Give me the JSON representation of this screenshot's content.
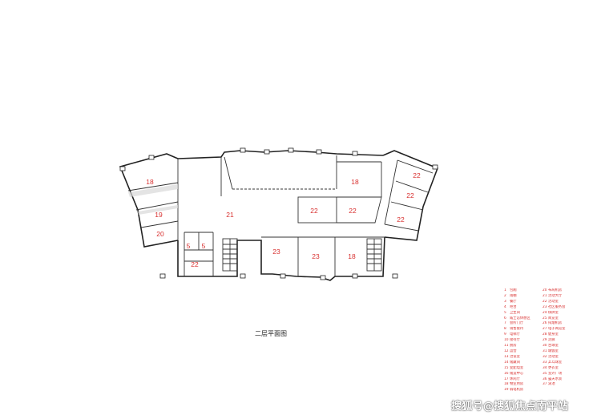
{
  "diagram": {
    "caption": "二层平面图",
    "rooms": [
      {
        "id": "room-18-left",
        "label": "18"
      },
      {
        "id": "room-19",
        "label": "19"
      },
      {
        "id": "room-20",
        "label": "20"
      },
      {
        "id": "room-21",
        "label": "21"
      },
      {
        "id": "room-5-a",
        "label": "5"
      },
      {
        "id": "room-5-b",
        "label": "5"
      },
      {
        "id": "room-22-bottom-left",
        "label": "22"
      },
      {
        "id": "room-22-center-a",
        "label": "22"
      },
      {
        "id": "room-22-center-b",
        "label": "22"
      },
      {
        "id": "room-18-center",
        "label": "18"
      },
      {
        "id": "room-23-a",
        "label": "23"
      },
      {
        "id": "room-23-b",
        "label": "23"
      },
      {
        "id": "room-18-bottom",
        "label": "18"
      },
      {
        "id": "room-22-right-a",
        "label": "22"
      },
      {
        "id": "room-22-right-b",
        "label": "22"
      },
      {
        "id": "room-22-right-c",
        "label": "22"
      }
    ],
    "legend": [
      {
        "num": "1",
        "text": "包厢"
      },
      {
        "num": "20",
        "text": "布局机房"
      },
      {
        "num": "2",
        "text": "雨棚"
      },
      {
        "num": "21",
        "text": "活动大厅"
      },
      {
        "num": "3",
        "text": "餐厅"
      },
      {
        "num": "22",
        "text": "活动室"
      },
      {
        "num": "4",
        "text": "吧台"
      },
      {
        "num": "23",
        "text": "社区服务会"
      },
      {
        "num": "5",
        "text": "卫生间"
      },
      {
        "num": "24",
        "text": "棋牌室"
      },
      {
        "num": "6",
        "text": "威士忌休憩区"
      },
      {
        "num": "25",
        "text": "阅览室"
      },
      {
        "num": "7",
        "text": "会所门厅"
      },
      {
        "num": "26",
        "text": "排烟机房"
      },
      {
        "num": "8",
        "text": "销售接待"
      },
      {
        "num": "27",
        "text": "电子阅览室"
      },
      {
        "num": "9",
        "text": "电梯厅"
      },
      {
        "num": "28",
        "text": "健身室"
      },
      {
        "num": "10",
        "text": "接待厅"
      },
      {
        "num": "29",
        "text": "走廊"
      },
      {
        "num": "11",
        "text": "厨房"
      },
      {
        "num": "30",
        "text": "台球室"
      },
      {
        "num": "12",
        "text": "运营"
      },
      {
        "num": "31",
        "text": "瑜伽室"
      },
      {
        "num": "13",
        "text": "洽谈室"
      },
      {
        "num": "32",
        "text": "活动室"
      },
      {
        "num": "14",
        "text": "储藏间"
      },
      {
        "num": "33",
        "text": "乒乓球室"
      },
      {
        "num": "15",
        "text": "变配电室"
      },
      {
        "num": "34",
        "text": "更衣室"
      },
      {
        "num": "16",
        "text": "储运中心"
      },
      {
        "num": "35",
        "text": "室外广场"
      },
      {
        "num": "17",
        "text": "休闲厅"
      },
      {
        "num": "36",
        "text": "露天水景"
      },
      {
        "num": "18",
        "text": "物业用房"
      },
      {
        "num": "37",
        "text": "泳池"
      },
      {
        "num": "19",
        "text": "弱电机房"
      },
      {
        "num": "",
        "text": ""
      }
    ],
    "watermark": "搜狐号@搜狐焦点南平站"
  }
}
